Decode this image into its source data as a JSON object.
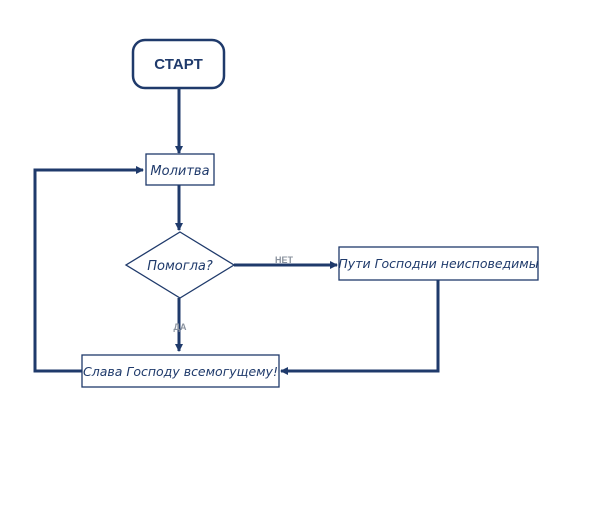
{
  "diagram": {
    "colors": {
      "arrow": "#1f3a6b",
      "box_stroke": "#1f3a6b",
      "text": "#1f3a6b",
      "label": "#8a929e"
    },
    "nodes": {
      "start": "СТАРТ",
      "prayer": "Молитва",
      "decision": "Помогла?",
      "no_result": "Пути Господни неисповедимы",
      "yes_result": "Слава Господу всемогущему!"
    },
    "edges": {
      "no_label": "НЕТ",
      "yes_label": "ДА"
    }
  }
}
